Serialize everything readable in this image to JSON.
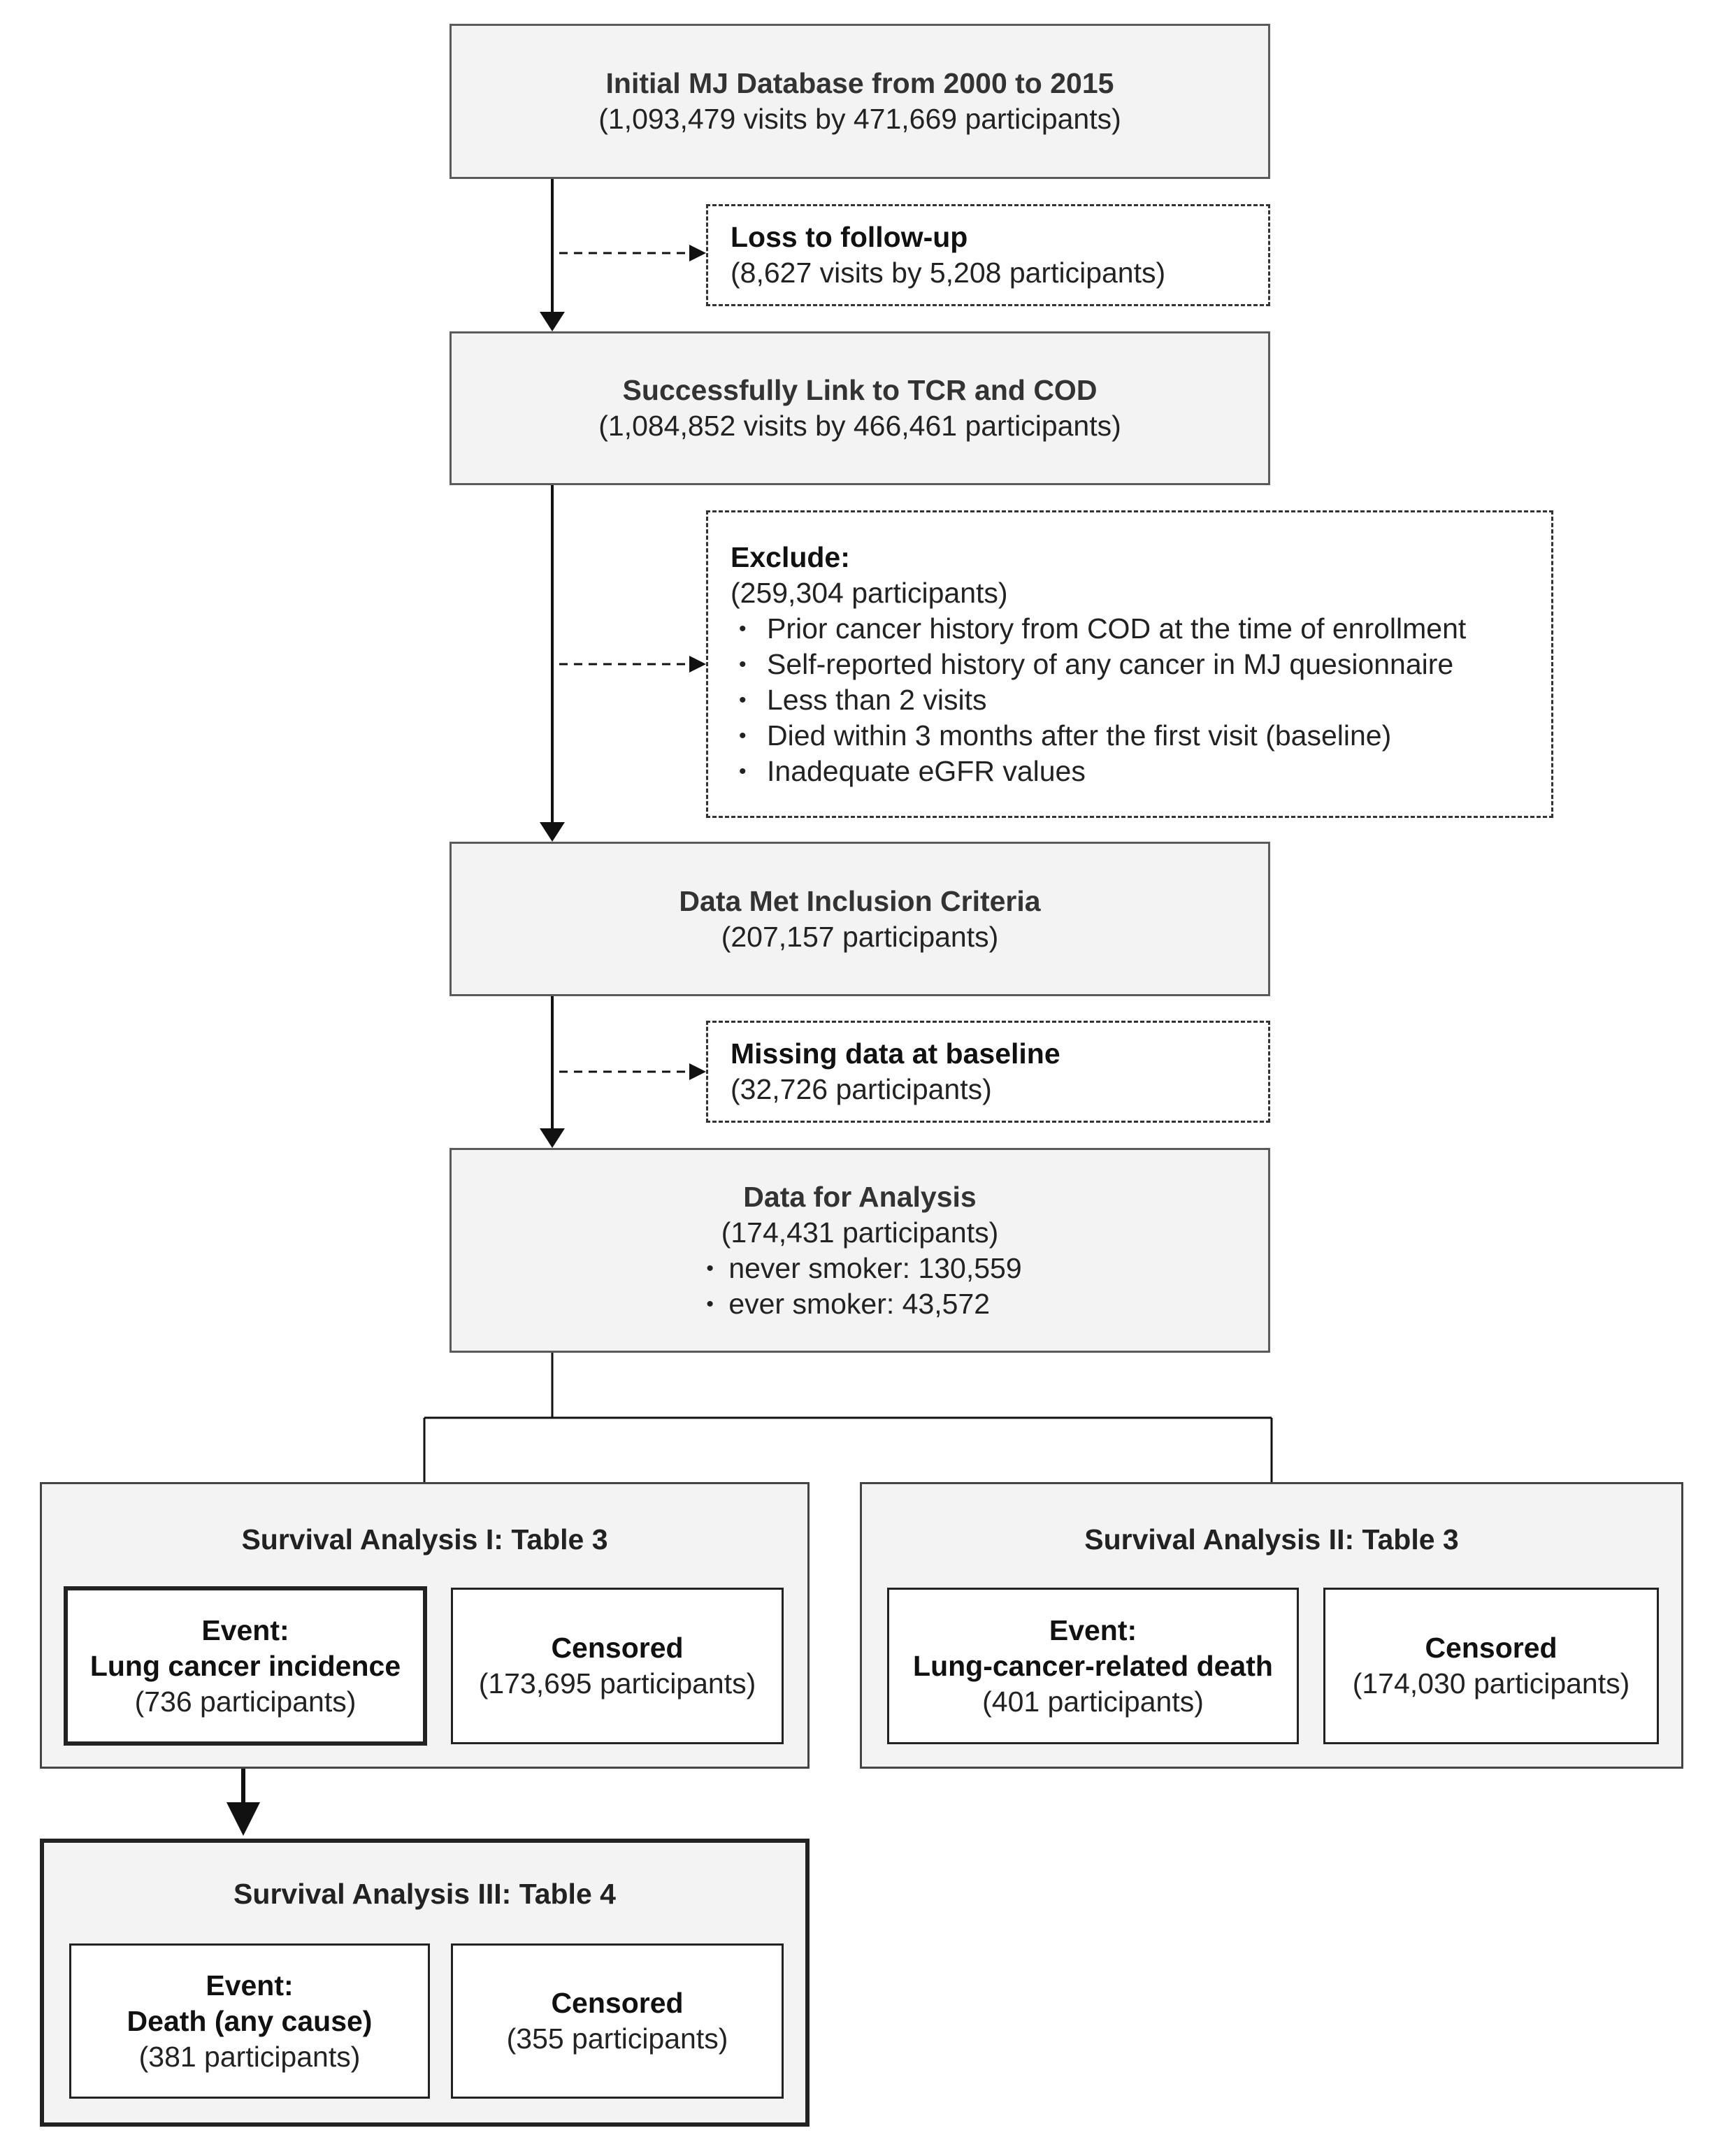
{
  "initial": {
    "title": "Initial MJ Database from 2000 to 2015",
    "detail": "(1,093,479 visits by 471,669 participants)"
  },
  "loss": {
    "title": "Loss to follow-up",
    "detail": "(8,627 visits by 5,208 participants)"
  },
  "linked": {
    "title": "Successfully Link to TCR and COD",
    "detail": "(1,084,852 visits by 466,461 participants)"
  },
  "exclude": {
    "title": "Exclude:",
    "detail": "(259,304 participants)",
    "items": [
      "Prior cancer history from COD at the time of enrollment",
      "Self-reported history of any cancer in MJ quesionnaire",
      "Less than 2 visits",
      "Died within 3 months after the first visit (baseline)",
      "Inadequate eGFR values"
    ]
  },
  "inclusion": {
    "title": "Data Met Inclusion Criteria",
    "detail": "(207,157 participants)"
  },
  "missing": {
    "title": "Missing data at baseline",
    "detail": "(32,726 participants)"
  },
  "analysis": {
    "title": "Data for Analysis",
    "detail": "(174,431 participants)",
    "items": [
      "never smoker: 130,559",
      "ever smoker: 43,572"
    ]
  },
  "survival1": {
    "title": "Survival Analysis I: Table 3",
    "event_label": "Event:",
    "event_name": "Lung cancer incidence",
    "event_count": "(736 participants)",
    "censored_label": "Censored",
    "censored_count": "(173,695 participants)"
  },
  "survival2": {
    "title": "Survival Analysis II: Table 3",
    "event_label": "Event:",
    "event_name": "Lung-cancer-related death",
    "event_count": "(401 participants)",
    "censored_label": "Censored",
    "censored_count": "(174,030 participants)"
  },
  "survival3": {
    "title": "Survival Analysis III: Table 4",
    "event_label": "Event:",
    "event_name": "Death (any cause)",
    "event_count": "(381 participants)",
    "censored_label": "Censored",
    "censored_count": "(355 participants)"
  }
}
